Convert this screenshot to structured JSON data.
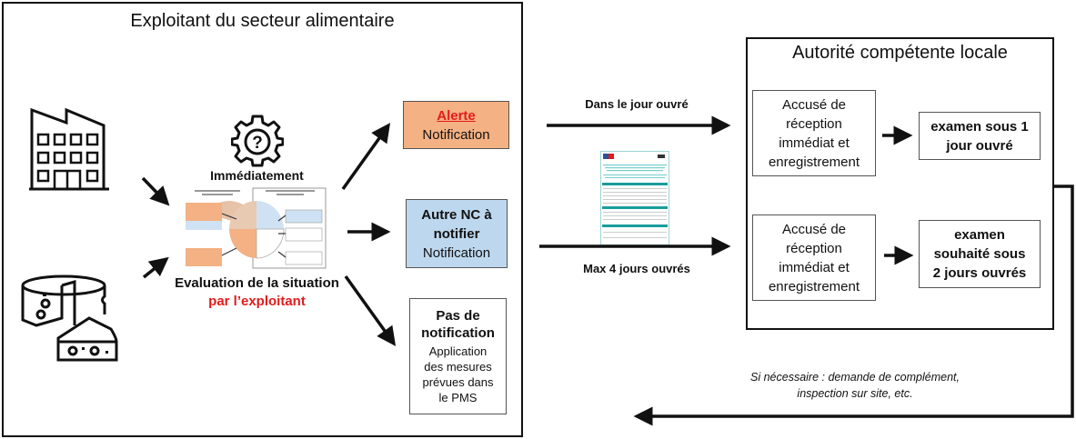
{
  "operator_panel": {
    "title": "Exploitant du secteur alimentaire",
    "icons": [
      "factory-icon",
      "cheese-icon",
      "gear-question-icon"
    ],
    "timing_label": "Immédiatement",
    "evaluation_line1": "Evaluation de la situation",
    "evaluation_line2": "par l’exploitant",
    "outcomes": [
      {
        "id": "alert",
        "title": "Alerte",
        "subtitle": "Notification",
        "color": "#f4b183"
      },
      {
        "id": "other_nc",
        "title_line1": "Autre NC à",
        "title_line2": "notifier",
        "subtitle": "Notification",
        "color": "#bdd7ee"
      },
      {
        "id": "no_notification",
        "title_line1": "Pas de",
        "title_line2": "notification",
        "detail_lines": [
          "Application",
          "des mesures",
          "prévues dans",
          "le PMS"
        ],
        "color": "#ffffff"
      }
    ]
  },
  "flows": {
    "top_label": "Dans le jour ouvré",
    "bottom_label": "Max 4 jours ouvrés",
    "form_icon": "notification-form-thumbnail"
  },
  "authority_panel": {
    "title": "Autorité compétente locale",
    "rows": [
      {
        "receipt_lines": [
          "Accusé de",
          "réception",
          "immédiat et",
          "enregistrement"
        ],
        "exam_lines": [
          "examen sous 1",
          "jour ouvré"
        ]
      },
      {
        "receipt_lines": [
          "Accusé de",
          "réception",
          "immédiat et",
          "enregistrement"
        ],
        "exam_lines": [
          "examen",
          "souhaité sous",
          "2 jours ouvrés"
        ]
      }
    ]
  },
  "feedback": {
    "line1": "Si nécessaire : demande de complément,",
    "line2": "inspection sur site, etc."
  },
  "colors": {
    "alert": "#f4b183",
    "other_nc": "#bdd7ee",
    "red_text": "#e31b1b",
    "form_teal": "#1a9c9c"
  }
}
